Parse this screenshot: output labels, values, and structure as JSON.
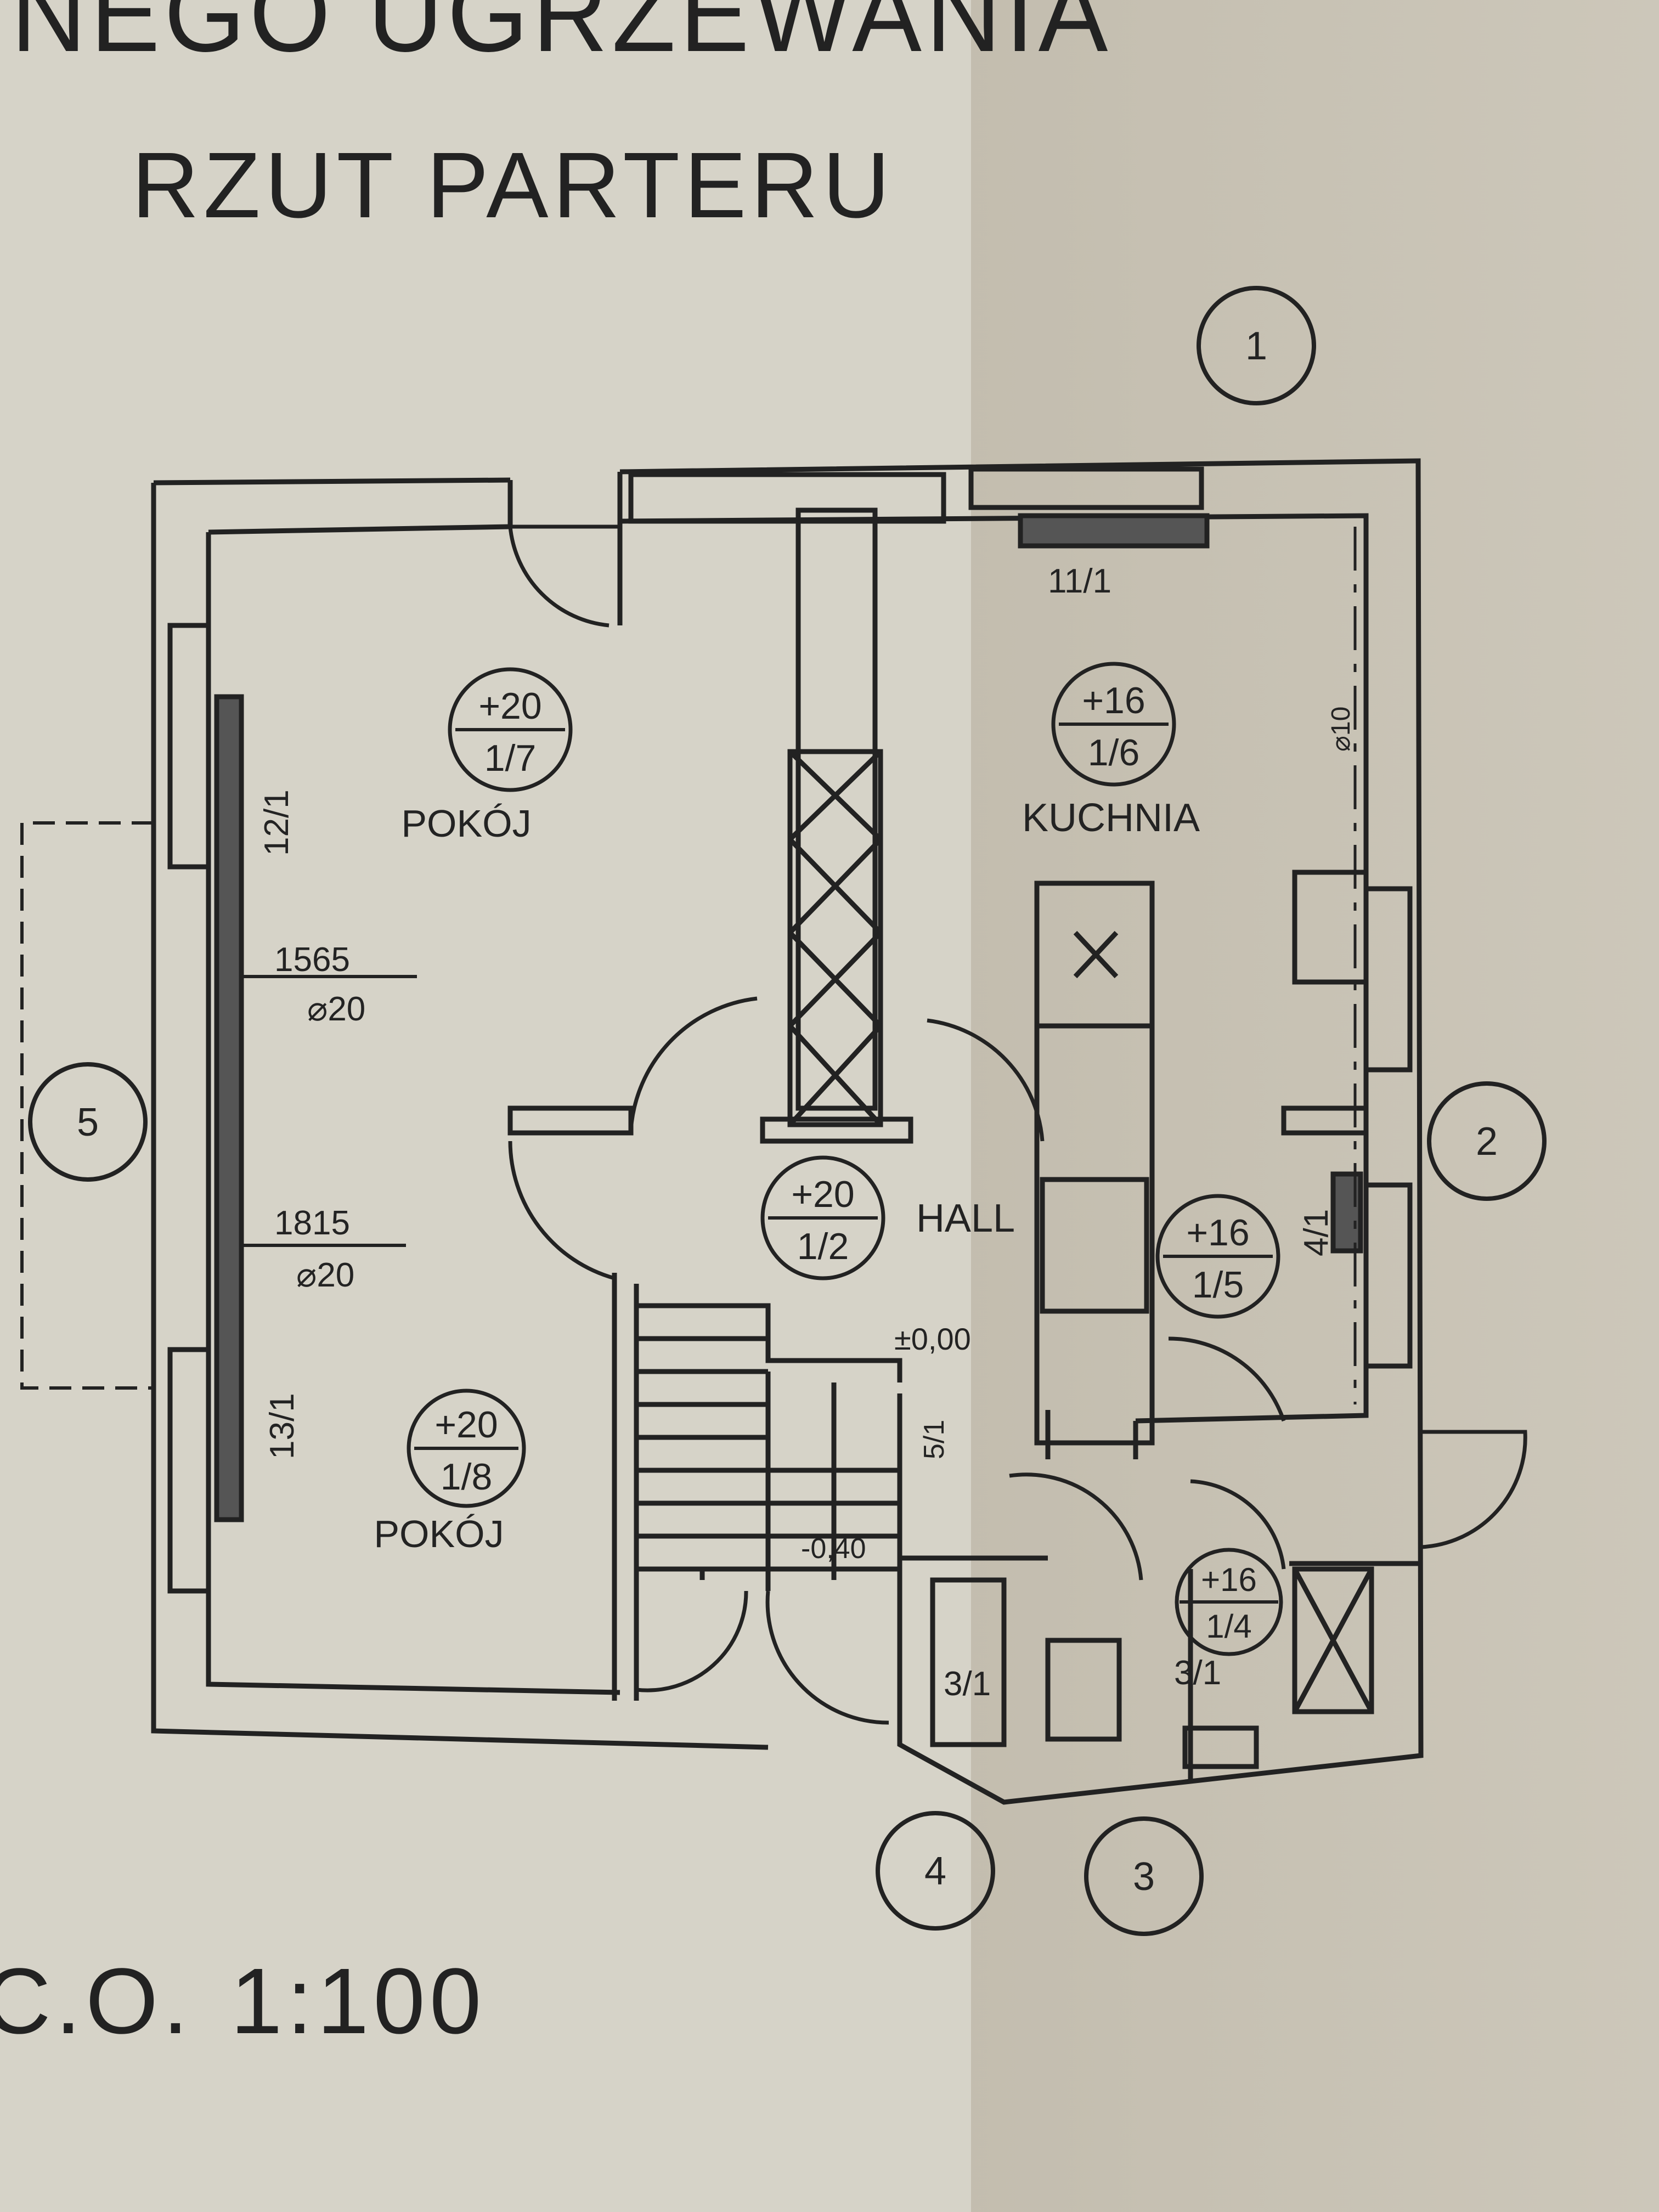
{
  "header": {
    "title_fragment": "NEGO UGRZEWANIA",
    "subtitle": "RZUT PARTERU"
  },
  "footer": {
    "system_code": "C.O.",
    "scale": "1:100"
  },
  "rooms": [
    {
      "name": "POKÓJ",
      "temp": "+20",
      "code": "1/7"
    },
    {
      "name": "POKÓJ",
      "temp": "+20",
      "code": "1/8"
    },
    {
      "name": "KUCHNIA",
      "temp": "+16",
      "code": "1/6"
    },
    {
      "name": "HALL",
      "temp": "+20",
      "code": "1/2"
    },
    {
      "name": "",
      "temp": "+16",
      "code": "1/5"
    },
    {
      "name": "",
      "temp": "+16",
      "code": "1/4"
    }
  ],
  "radiators": [
    "12/1",
    "13/1",
    "11/1",
    "4/1",
    "5/1",
    "3/1",
    "3/1"
  ],
  "pipes": [
    {
      "length": "1565",
      "diameter": "⌀20"
    },
    {
      "length": "1815",
      "diameter": "⌀20"
    }
  ],
  "pipe_kitchen": "⌀10",
  "levels": [
    "±0,00",
    "-0,40"
  ],
  "axes": [
    "1",
    "2",
    "3",
    "4",
    "5"
  ],
  "colors": {
    "paper": "#d6d3c8",
    "paper_fold": "#c7bfae",
    "ink": "#232323"
  }
}
